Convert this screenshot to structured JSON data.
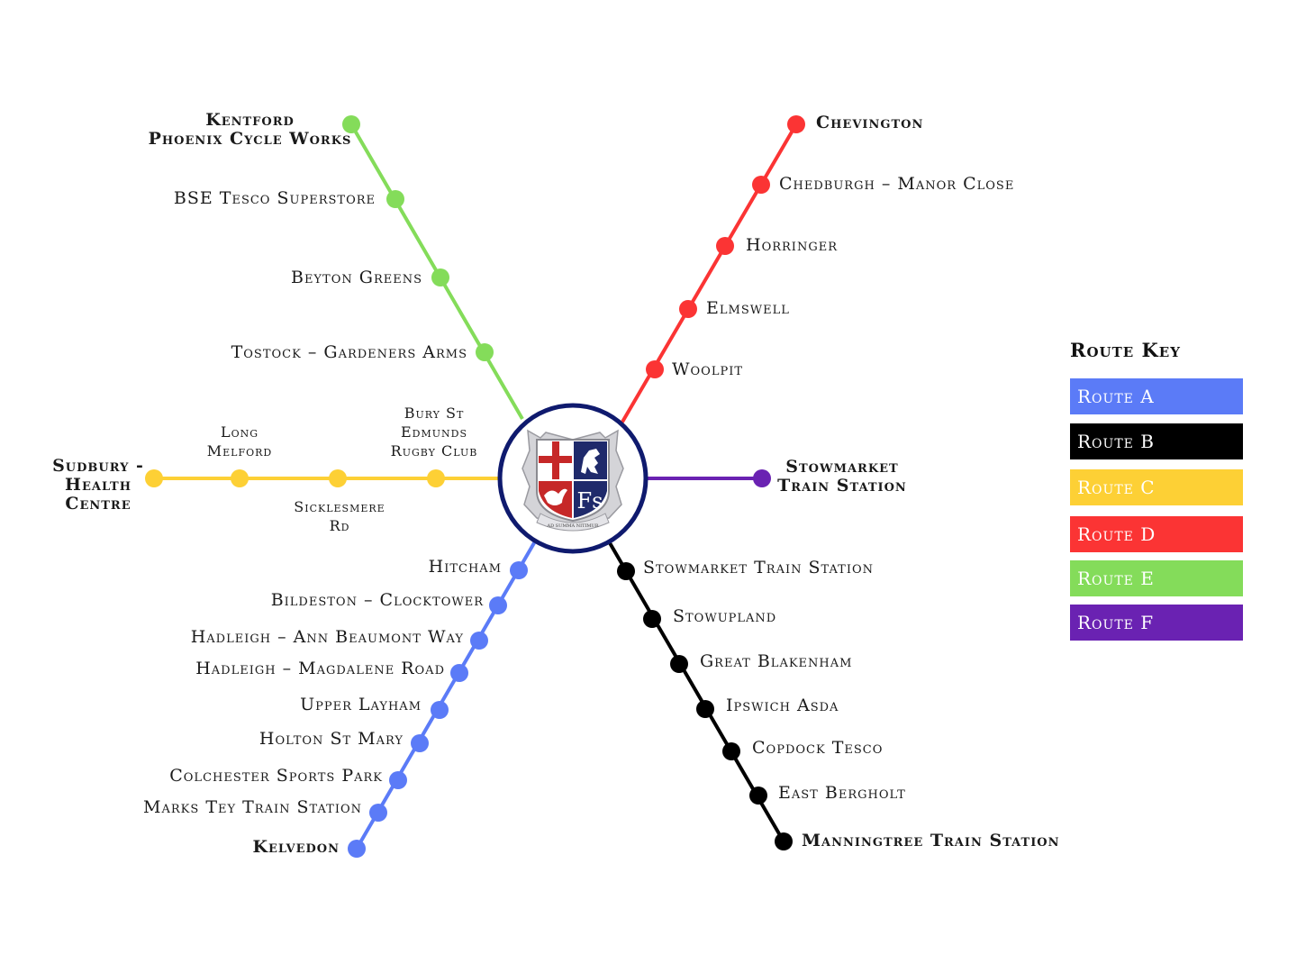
{
  "colors": {
    "route_a": "#5b7bf7",
    "route_b": "#000000",
    "route_c": "#fdd035",
    "route_d": "#fb3434",
    "route_e": "#84dc5a",
    "route_f": "#6a22b2",
    "hub_ring": "#0f1a6e"
  },
  "route_key": {
    "title": "Route Key",
    "items": [
      {
        "label": "Route A",
        "color": "#5b7bf7",
        "text_color": "#ffffff"
      },
      {
        "label": "Route B",
        "color": "#000000",
        "text_color": "#ffffff"
      },
      {
        "label": "Route C",
        "color": "#fdd035",
        "text_color": "#ffffff"
      },
      {
        "label": "Route D",
        "color": "#fb3434",
        "text_color": "#ffffff"
      },
      {
        "label": "Route E",
        "color": "#84dc5a",
        "text_color": "#ffffff"
      },
      {
        "label": "Route F",
        "color": "#6a22b2",
        "text_color": "#ffffff"
      }
    ]
  },
  "hub": {
    "crest_letters": "Fs",
    "crest_motto": "AD SUMMA NITIMUR"
  },
  "routes": {
    "a": {
      "stops": [
        "Hitcham",
        "Bildeston – Clocktower",
        "Hadleigh – Ann Beaumont Way",
        "Hadleigh – Magdalene Road",
        "Upper Layham",
        "Holton St Mary",
        "Colchester Sports Park",
        "Marks Tey Train Station",
        "Kelvedon"
      ]
    },
    "b": {
      "stops": [
        "Stowmarket Train Station",
        "Stowupland",
        "Great Blakenham",
        "Ipswich Asda",
        "Copdock Tesco",
        "East Bergholt",
        "Manningtree Train Station"
      ]
    },
    "c": {
      "stops": {
        "bury": [
          "Bury St",
          "Edmunds",
          "Rugby Club"
        ],
        "sicklesmere": [
          "Sicklesmere",
          "Rd"
        ],
        "long_melford": [
          "Long",
          "Melford"
        ],
        "sudbury": [
          "Sudbury -",
          "Health",
          "Centre"
        ]
      }
    },
    "d": {
      "stops": [
        "Woolpit",
        "Elmswell",
        "Horringer",
        "Chedburgh – Manor Close",
        "Chevington"
      ]
    },
    "e": {
      "stops": {
        "tostock": "Tostock – Gardeners Arms",
        "beyton": "Beyton Greens",
        "bse": "BSE Tesco Superstore",
        "kentford": [
          "Kentford",
          "Phoenix Cycle Works"
        ]
      }
    },
    "f": {
      "stops": [
        "Stowmarket",
        "Train Station"
      ]
    }
  }
}
